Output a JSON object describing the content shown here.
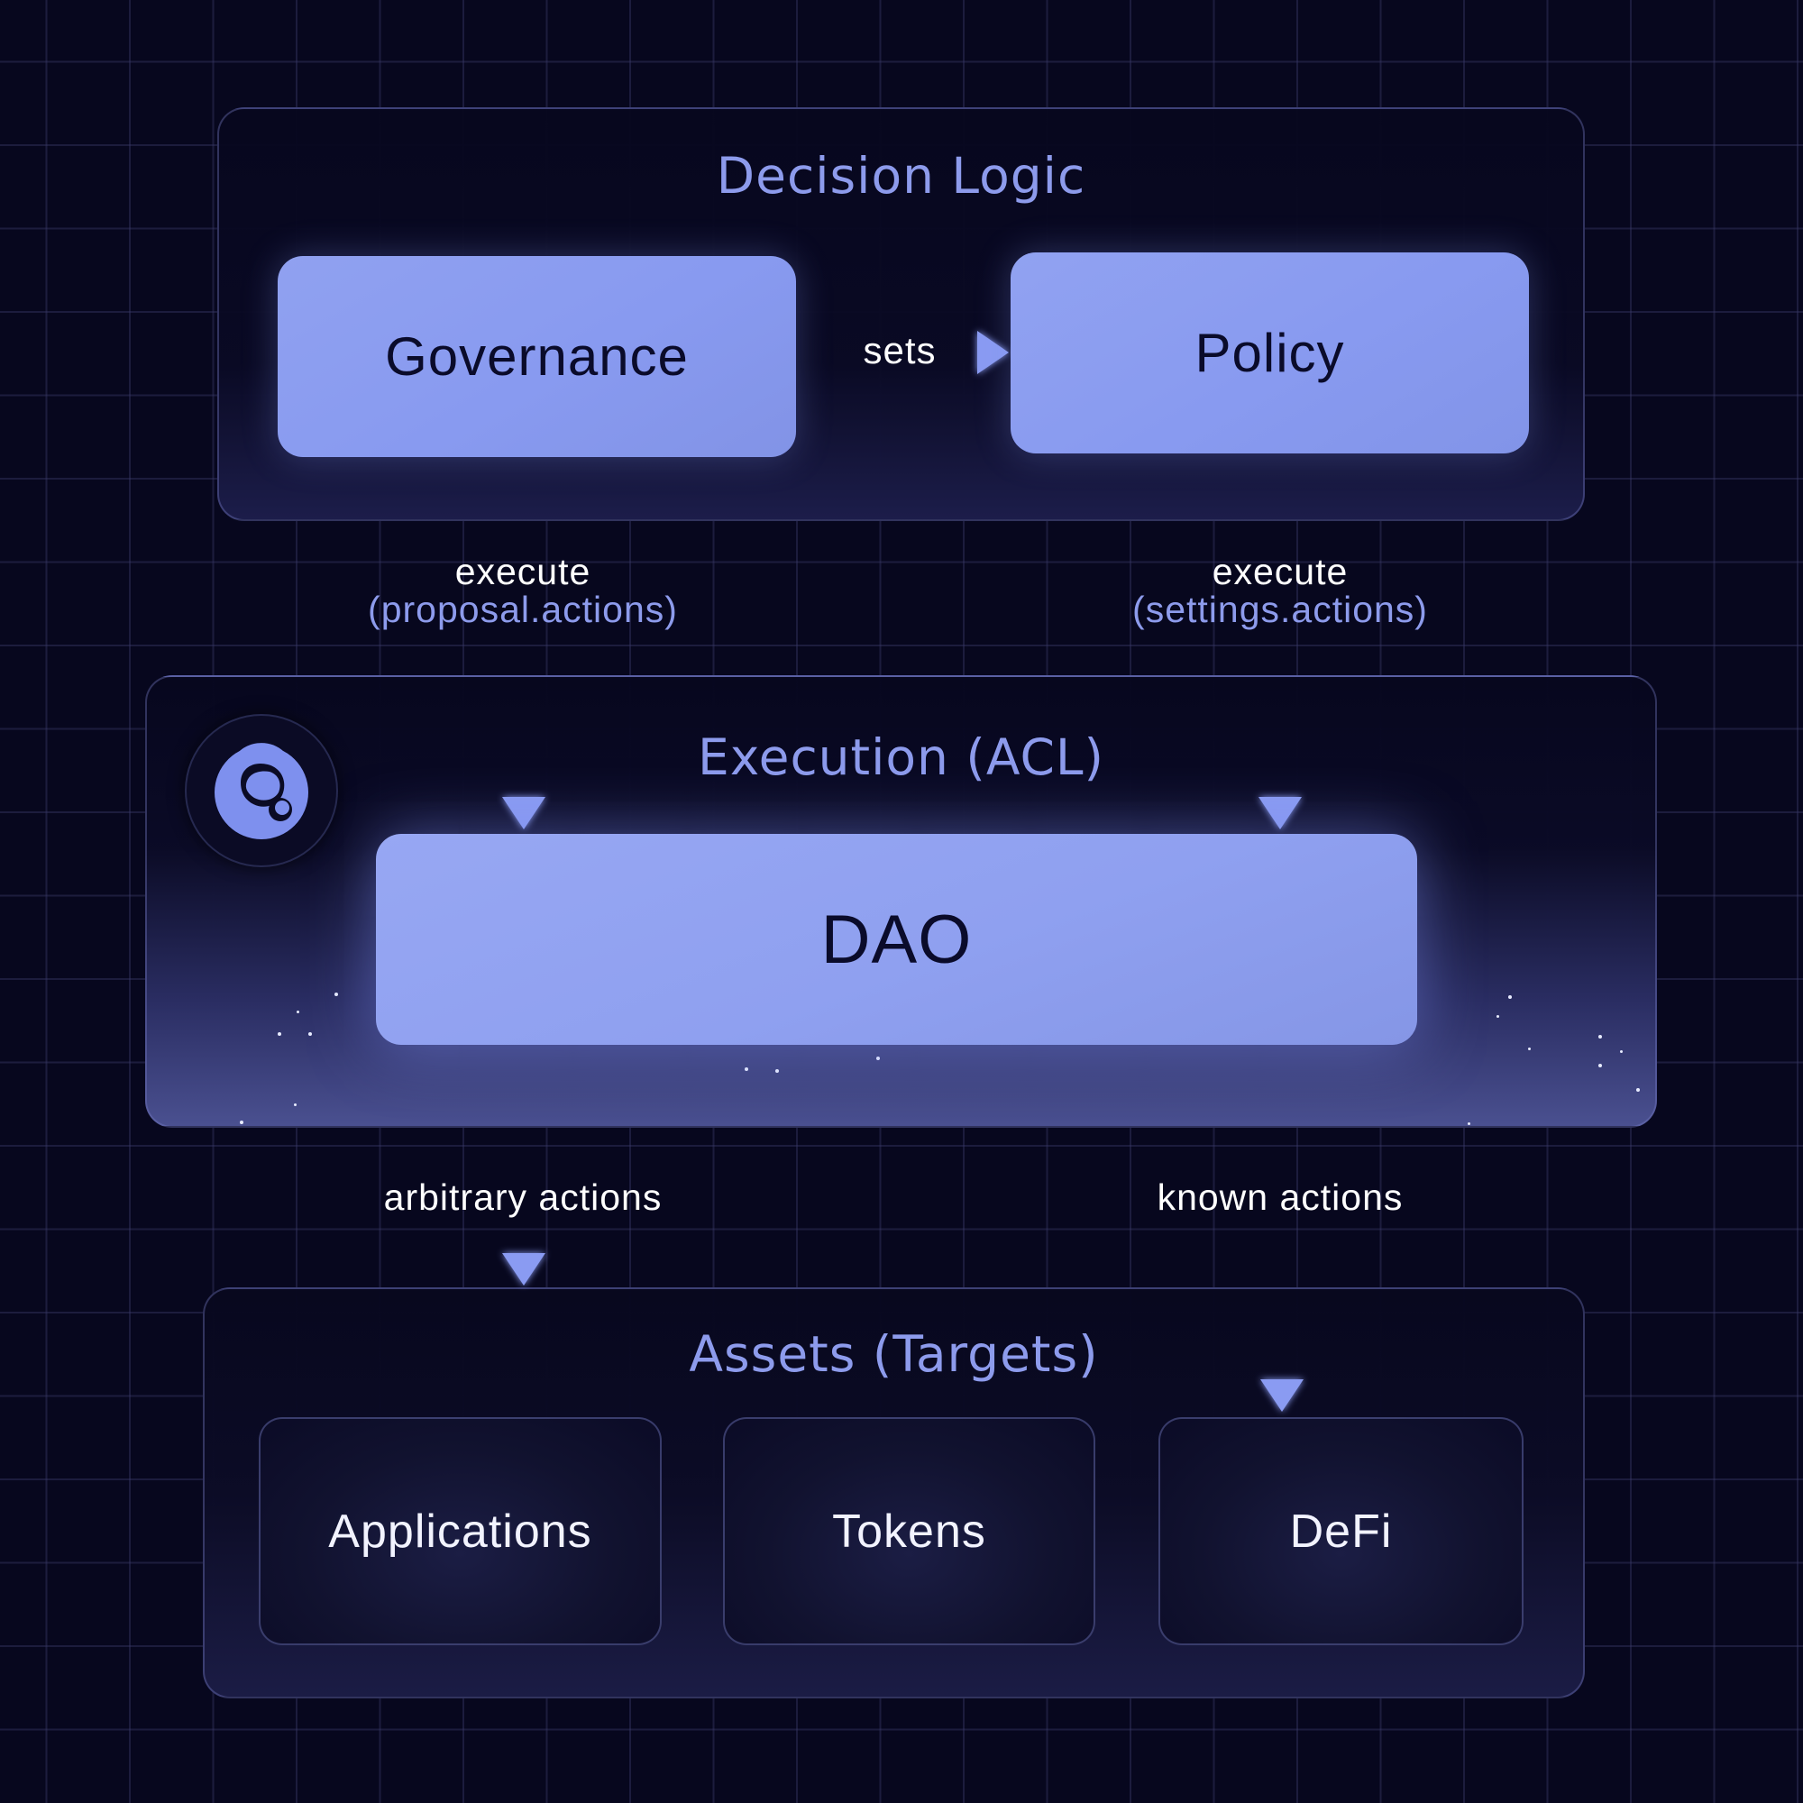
{
  "sections": {
    "decision": {
      "title": "Decision Logic"
    },
    "execution": {
      "title": "Execution (ACL)"
    },
    "assets": {
      "title": "Assets (Targets)"
    }
  },
  "nodes": {
    "governance": "Governance",
    "policy": "Policy",
    "dao": "DAO",
    "applications": "Applications",
    "tokens": "Tokens",
    "defi": "DeFi"
  },
  "edges": {
    "sets": "sets",
    "execute_left": {
      "verb": "execute",
      "detail": "(proposal.actions)"
    },
    "execute_right": {
      "verb": "execute",
      "detail": "(settings.actions)"
    },
    "arbitrary": "arbitrary actions",
    "known": "known actions"
  },
  "logo": {
    "icon": "aragon-logo-icon"
  },
  "colors": {
    "background": "#07071e",
    "accent": "#8d9bec",
    "node_fill": "#8b9cf0",
    "label_text": "#ffffff"
  }
}
